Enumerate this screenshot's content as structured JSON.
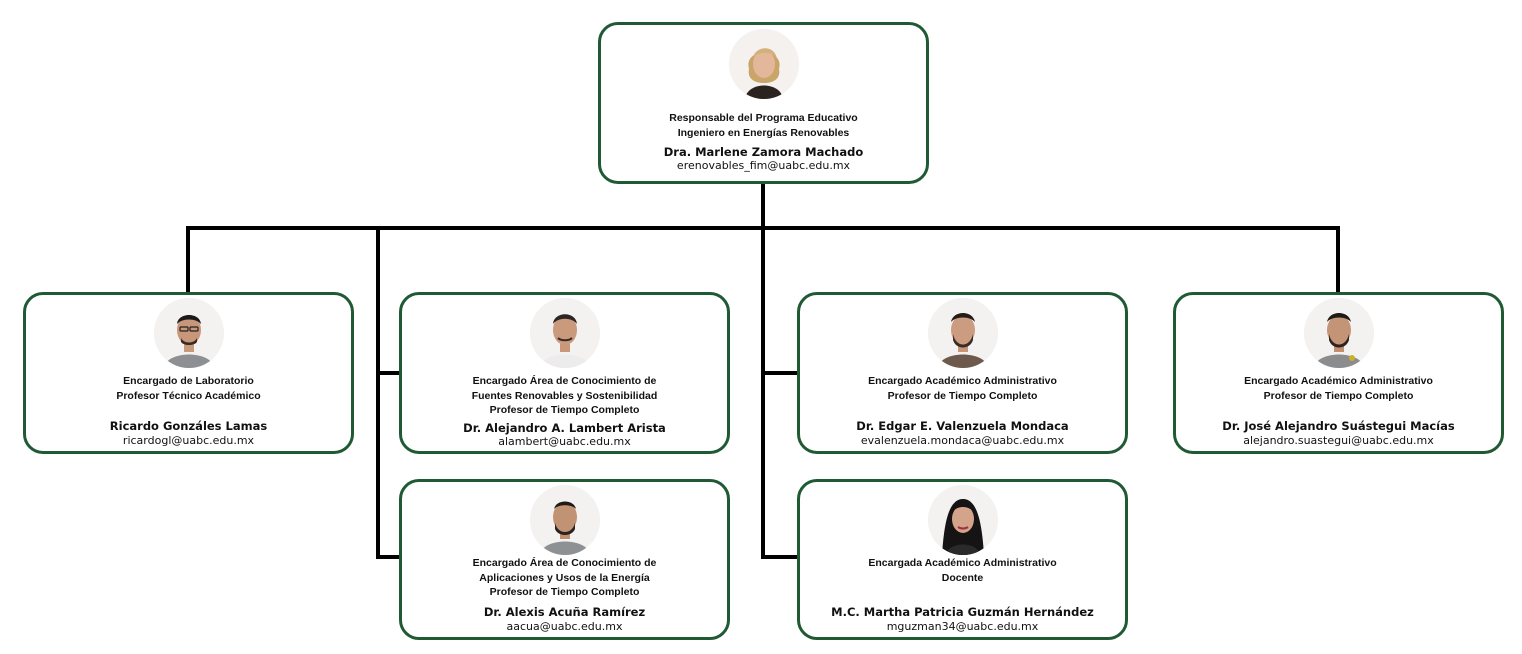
{
  "colors": {
    "border": "#1f5a34",
    "connector": "#000000"
  },
  "root": {
    "role_line1": "Responsable del Programa Educativo",
    "role_line2": "Ingeniero en Energías Renovables",
    "name": "Dra. Marlene Zamora Machado",
    "email": "erenovables_fim@uabc.edu.mx",
    "photo": "woman-portrait"
  },
  "members": {
    "lab": {
      "role_line1": "Encargado de Laboratorio",
      "role_line2": "Profesor Técnico Académico",
      "name": "Ricardo Gonzáles Lamas",
      "email": "ricardogl@uabc.edu.mx"
    },
    "fuentes": {
      "role_line1": "Encargado Área de Conocimiento de",
      "role_line2": "Fuentes Renovables y Sostenibilidad",
      "role_line3": "Profesor de Tiempo Completo",
      "name": "Dr. Alejandro A. Lambert Arista",
      "email": "alambert@uabc.edu.mx"
    },
    "aplicaciones": {
      "role_line1": "Encargado Área de Conocimiento de",
      "role_line2": "Aplicaciones y Usos de la Energía",
      "role_line3": "Profesor de Tiempo Completo",
      "name": "Dr. Alexis Acuña Ramírez",
      "email": "aacua@uabc.edu.mx"
    },
    "admin1": {
      "role_line1": "Encargado Académico Administrativo",
      "role_line2": "Profesor de Tiempo Completo",
      "name": "Dr. Edgar E. Valenzuela Mondaca",
      "email": "evalenzuela.mondaca@uabc.edu.mx"
    },
    "admin2": {
      "role_line1": "Encargada Académico Administrativo",
      "role_line2": "Docente",
      "name": "M.C. Martha Patricia Guzmán Hernández",
      "email": "mguzman34@uabc.edu.mx"
    },
    "admin3": {
      "role_line1": "Encargado Académico Administrativo",
      "role_line2": "Profesor de Tiempo Completo",
      "name": "Dr. José Alejandro Suástegui Macías",
      "email": "alejandro.suastegui@uabc.edu.mx"
    }
  }
}
